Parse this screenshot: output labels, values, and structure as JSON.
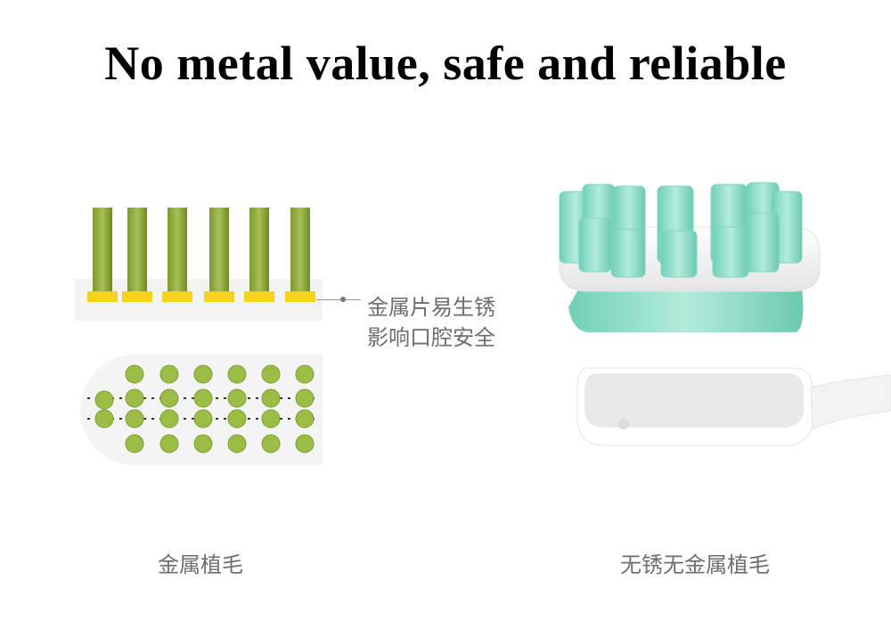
{
  "title": "No metal value, safe and reliable",
  "callout": {
    "line1": "金属片易生锈",
    "line2": "影响口腔安全"
  },
  "captions": {
    "left": "金属植毛",
    "right": "无锈无金属植毛"
  },
  "colors": {
    "bristle_green": "#8cab3c",
    "metal_yellow": "#f2d21a",
    "tuft_teal": "#86dcc6",
    "head_white": "#f7f7f7",
    "caption_gray": "#6e6e6e"
  }
}
